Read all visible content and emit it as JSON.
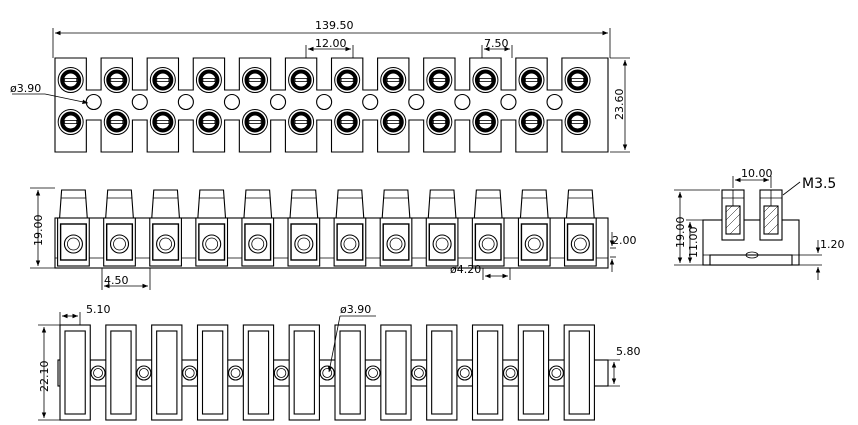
{
  "drawing": {
    "top_view": {
      "overall_length": "139.50",
      "pitch": "12.00",
      "cell_width": "7.50",
      "hole_diameter": "ø3.90",
      "height": "23.60",
      "poles": 12
    },
    "front_view": {
      "height": "19.00",
      "spacing": "4.50",
      "wire_hole": "ø4.20",
      "step": "2.00",
      "poles": 12
    },
    "side_view": {
      "screw_pitch": "10.00",
      "thread": "M3.5",
      "height": "19.00",
      "body_height": "11.00",
      "wall": "1.20"
    },
    "bottom_view": {
      "width": "5.10",
      "hole_diameter": "ø3.90",
      "height": "22.10",
      "bridge": "5.80",
      "poles": 12
    }
  }
}
